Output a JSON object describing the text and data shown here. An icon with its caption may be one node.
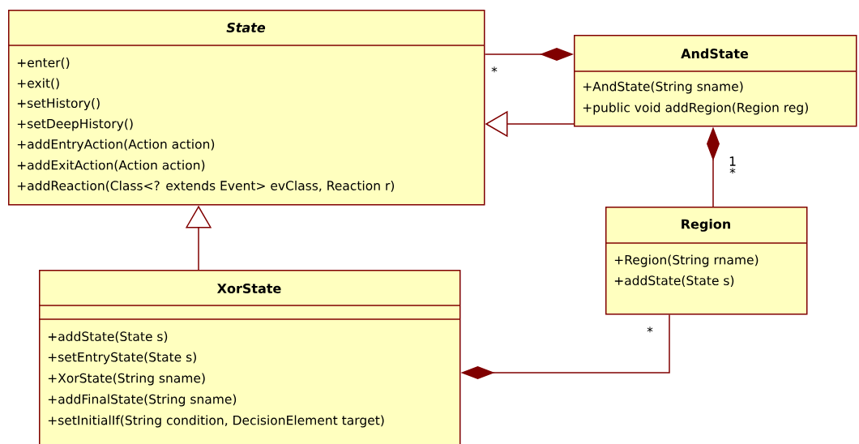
{
  "diagram": {
    "nodes": [
      {
        "text": [
          "State",
          "+enter()",
          "+exit()",
          "+setHistory()",
          "+setDeepHistory()",
          "+addEntryAction(Action action)",
          "+addExitAction(Action action)",
          "+addReaction(Class<? extends Event> evClass, Reaction r)"
        ]
      },
      {
        "text": [
          "AndState",
          "+AndState(String sname)",
          "+public void addRegion(Region reg)"
        ]
      },
      {
        "text": [
          "Region",
          "+Region(String rname)",
          "+addState(State s)"
        ]
      },
      {
        "text": [
          "XorState",
          "+addState(State s)",
          "+setEntryState(State s)",
          "+XorState(String sname)",
          "+addFinalState(String sname)",
          "+setInitialIf(String condition, DecisionElement target)"
        ]
      }
    ],
    "edges": [
      {
        "from": 1,
        "to": 0,
        "arrow": "other"
      },
      {
        "from": 1,
        "to": 0,
        "arrow": "to"
      },
      {
        "from": 3,
        "to": 0,
        "arrow": "to"
      },
      {
        "from": 1,
        "to": 2,
        "arrow": "other"
      },
      {
        "from": 3,
        "to": 2,
        "arrow": "other"
      }
    ],
    "labels": [
      "*",
      "1",
      "*",
      "*"
    ]
  }
}
